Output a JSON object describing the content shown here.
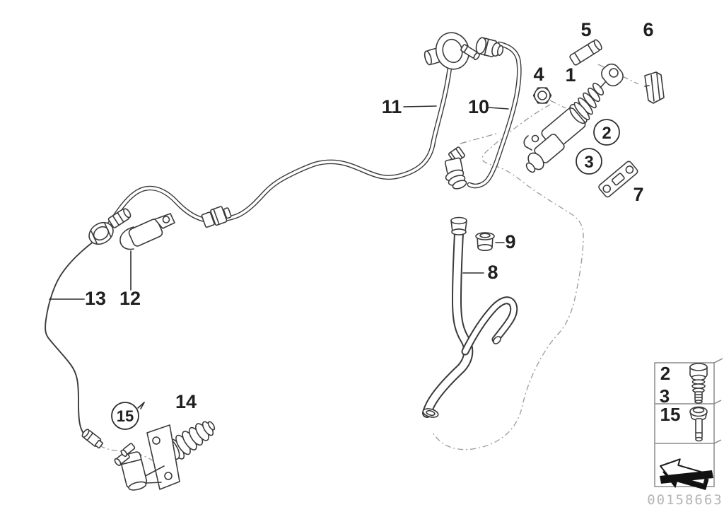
{
  "callouts": {
    "c1": "1",
    "c2": "2",
    "c3": "3",
    "c4": "4",
    "c5": "5",
    "c6": "6",
    "c7": "7",
    "c8": "8",
    "c9": "9",
    "c10": "10",
    "c11": "11",
    "c12": "12",
    "c13": "13",
    "c14": "14",
    "c15": "15"
  },
  "legend": {
    "row1": {
      "ref_a": "2",
      "ref_b": "3",
      "icon": "flange-bolt-icon"
    },
    "row2": {
      "ref": "15",
      "icon": "pin-bolt-icon"
    },
    "row3": {
      "icon": "direction-arrow-icon"
    }
  },
  "footer": {
    "document_number": "00158663"
  },
  "colors": {
    "ink": "#3a3a3a",
    "dash": "#9a9a9a",
    "legend_border": "#8a8a8a",
    "doc_number_text": "#b4b4b4",
    "arrow_fill": "#111111"
  }
}
